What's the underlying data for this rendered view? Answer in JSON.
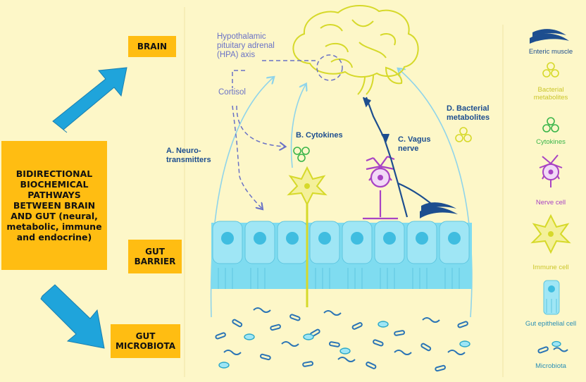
{
  "left_panel": {
    "main_box": "BIDIRECTIONAL BIOCHEMICAL PATHWAYS BETWEEN BRAIN AND GUT (neural, metabolic, immune and endocrine)",
    "brain_label": "BRAIN",
    "gut_barrier_label": "GUT BARRIER",
    "gut_microbiota_label": "GUT MICROBIOTA"
  },
  "diagram": {
    "hpa_axis": "Hypothalamic pituitary adrenal (HPA) axis",
    "cortisol": "Cortisol",
    "pathway_a": "A. Neuro-transmitters",
    "pathway_b": "B. Cytokines",
    "pathway_c": "C. Vagus nerve",
    "pathway_d": "D. Bacterial metabolites"
  },
  "legend": [
    {
      "label": "Enteric muscle",
      "icon": "enteric-muscle-icon",
      "color": "#1d4e8f"
    },
    {
      "label": "Bacterial metabolites",
      "icon": "bacterial-metabolites-icon",
      "color": "#d6d92a"
    },
    {
      "label": "Cytokines",
      "icon": "cytokines-icon",
      "color": "#39b54a"
    },
    {
      "label": "Nerve cell",
      "icon": "nerve-cell-icon",
      "color": "#a843c4"
    },
    {
      "label": "Immune cell",
      "icon": "immune-cell-icon",
      "color": "#d6d92a"
    },
    {
      "label": "Gut epithelial cell",
      "icon": "epithelial-cell-icon",
      "color": "#2aa7c7"
    },
    {
      "label": "Microbiota",
      "icon": "microbiota-icon",
      "color": "#2aa7c7"
    }
  ],
  "colors": {
    "background": "#fdf7c8",
    "label_box": "#ffbd12",
    "arrow_blue": "#1fa4db",
    "epithelium": "#7fdcf0",
    "nerve": "#a843c4",
    "immune": "#d6d92a",
    "vagus": "#1d4e8f",
    "hpa": "#6a72c6"
  }
}
